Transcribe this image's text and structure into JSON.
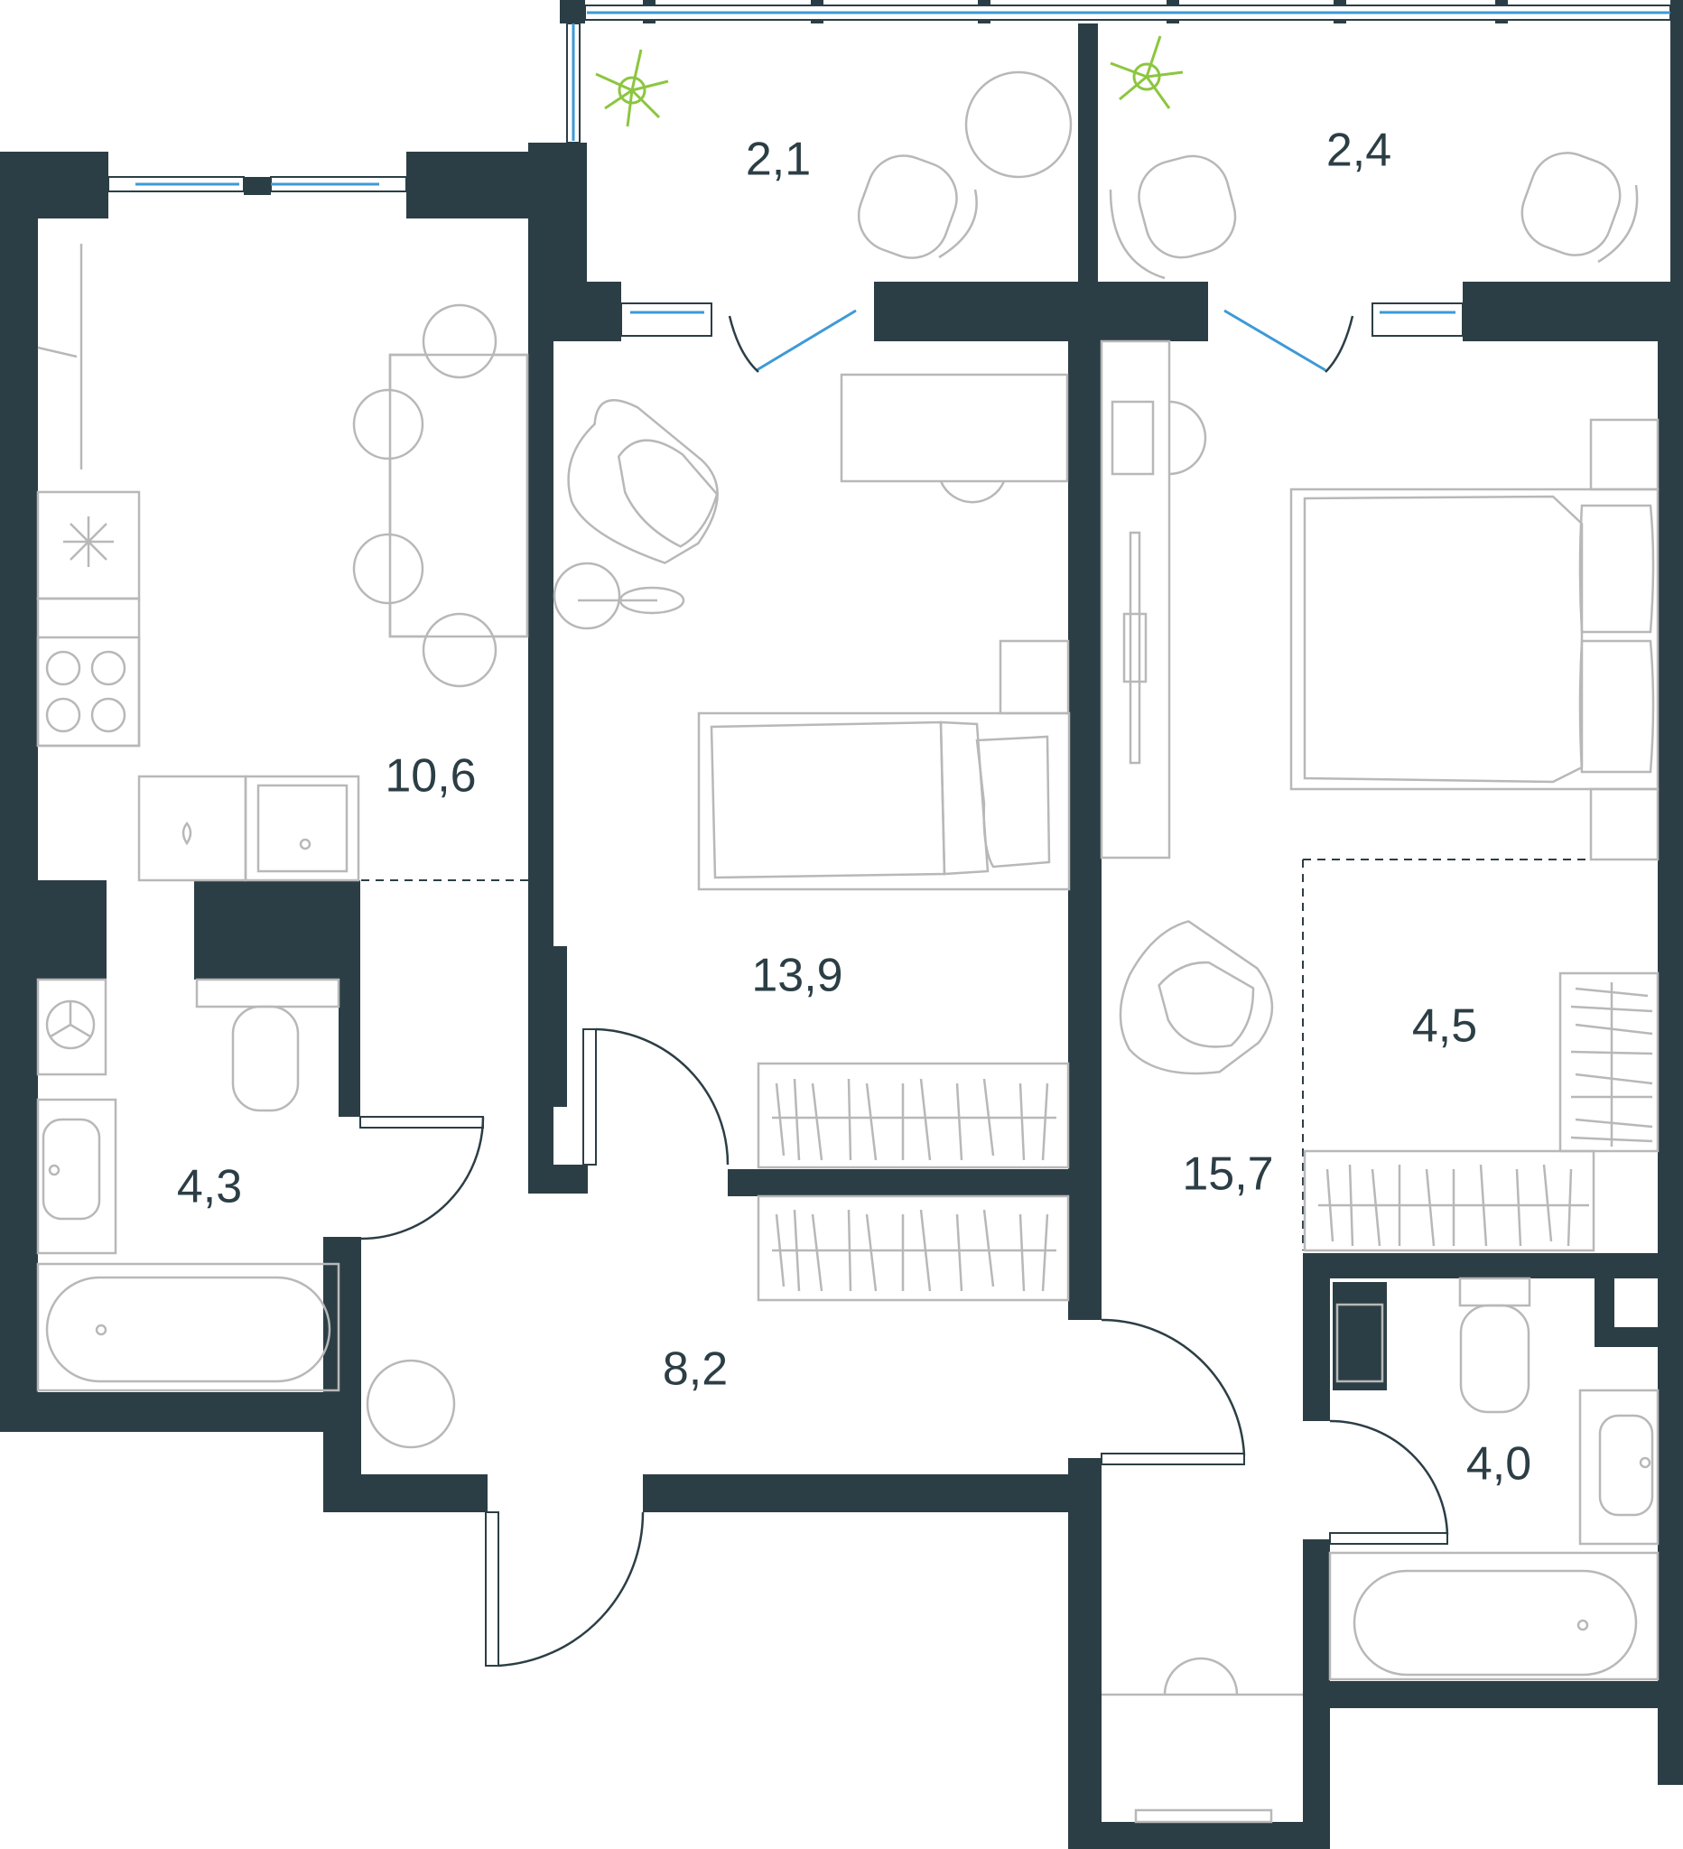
{
  "rooms": [
    {
      "id": "loggia-left",
      "area": "2,1"
    },
    {
      "id": "loggia-right",
      "area": "2,4"
    },
    {
      "id": "kitchen-living",
      "area": "10,6"
    },
    {
      "id": "bedroom-small",
      "area": "13,9"
    },
    {
      "id": "bedroom-master",
      "area": "15,7"
    },
    {
      "id": "wardrobe",
      "area": "4,5"
    },
    {
      "id": "bathroom-left",
      "area": "4,3"
    },
    {
      "id": "hallway",
      "area": "8,2"
    },
    {
      "id": "bathroom-right",
      "area": "4,0"
    }
  ],
  "colors": {
    "wall": "#2c3e45",
    "furniture": "#b8b8b8",
    "window_glass": "#3d9ad6",
    "plant": "#8cc63f"
  },
  "icons": [
    "plant-icon",
    "chair-icon",
    "table-icon",
    "bed-icon",
    "bathtub-icon",
    "toilet-icon",
    "sink-icon",
    "stove-icon",
    "wardrobe-icon"
  ]
}
